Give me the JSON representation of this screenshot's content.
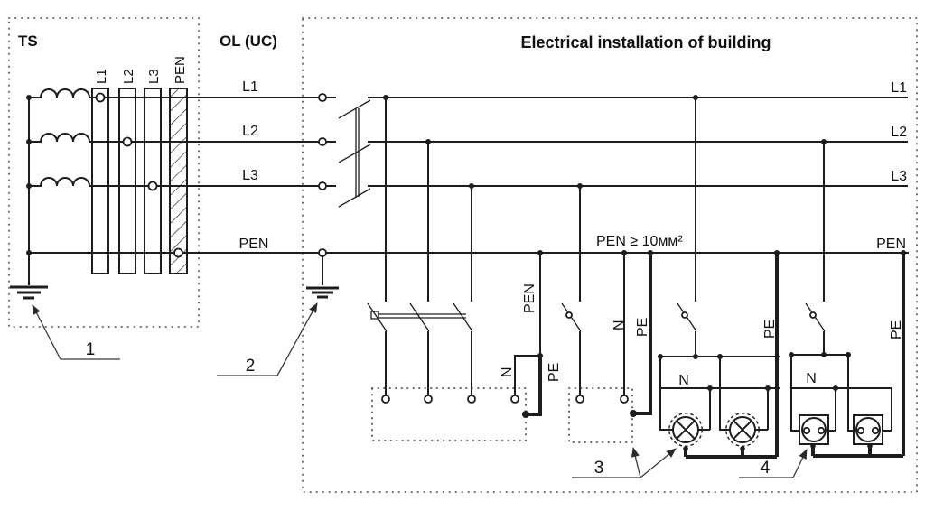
{
  "sections": {
    "ts": "TS",
    "ol": "OL (UC)",
    "building": "Electrical installation of building"
  },
  "busbars": {
    "labels": [
      "L1",
      "L2",
      "L3",
      "PEN"
    ]
  },
  "lines": {
    "mid": [
      "L1",
      "L2",
      "L3",
      "PEN"
    ],
    "right": [
      "L1",
      "L2",
      "L3",
      "PEN"
    ]
  },
  "pen_note": "PEN ≥ 10мм²",
  "branches": {
    "g2": {
      "pen": "PEN",
      "n": "N",
      "pe": "PE"
    },
    "g3": {
      "n": "N",
      "pe": "PE"
    },
    "lamps": {
      "n": "N",
      "pe": "PE"
    },
    "sockets": {
      "n": "N",
      "pe": "PE"
    }
  },
  "callouts": {
    "c1": "1",
    "c2": "2",
    "c3": "3",
    "c4": "4"
  },
  "icons": {
    "ground": "earth-ground-icon",
    "lamp": "lamp-icon",
    "socket": "socket-icon",
    "switch": "switch-icon"
  },
  "colors": {
    "line": "#1d1d1d",
    "border": "#5a5a5a",
    "text": "#111111",
    "background": "#ffffff"
  }
}
